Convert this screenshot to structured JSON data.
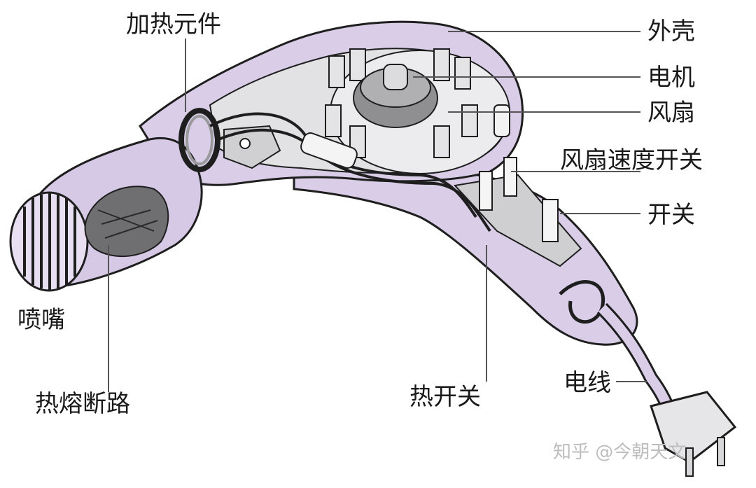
{
  "labels": {
    "heating_element": "加热元件",
    "casing": "外壳",
    "motor": "电机",
    "fan": "风扇",
    "fan_speed_switch": "风扇速度开关",
    "switch": "开关",
    "nozzle": "喷嘴",
    "thermal_fuse": "热熔断路",
    "thermal_switch": "热开关",
    "power_cord": "电线"
  },
  "watermark": "知乎 @今朝天文",
  "colors": {
    "casing": "#d9cde8",
    "casing_dark": "#b7a8cf",
    "interior": "#e2e2e4",
    "outline": "#1e1e1e",
    "leader": "#555555"
  }
}
